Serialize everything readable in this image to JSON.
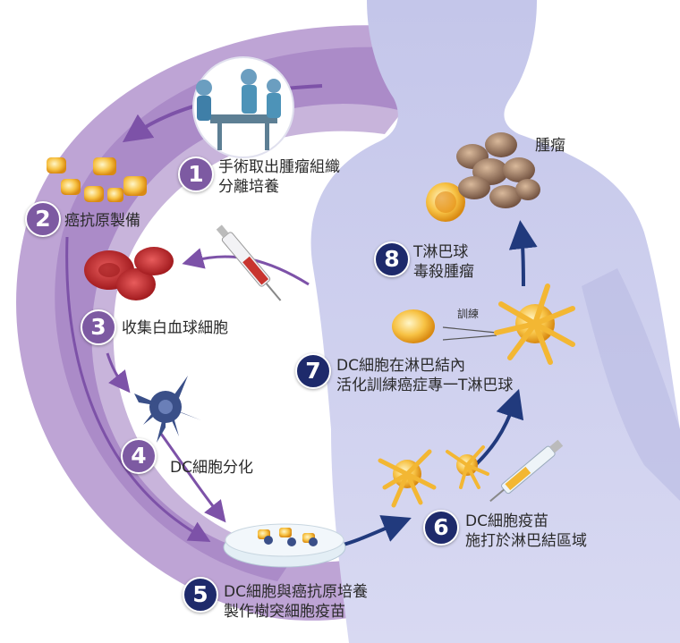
{
  "steps": [
    {
      "num": "1",
      "lines": [
        "手術取出腫瘤組織",
        "分離培養"
      ]
    },
    {
      "num": "2",
      "lines": [
        "癌抗原製備"
      ]
    },
    {
      "num": "3",
      "lines": [
        "收集白血球細胞"
      ]
    },
    {
      "num": "4",
      "lines": [
        "DC細胞分化"
      ]
    },
    {
      "num": "5",
      "lines": [
        "DC細胞與癌抗原培養",
        "製作樹突細胞疫苗"
      ]
    },
    {
      "num": "6",
      "lines": [
        "DC細胞疫苗",
        "施打於淋巴結區域"
      ]
    },
    {
      "num": "7",
      "lines": [
        "DC細胞在淋巴結內",
        "活化訓練癌症專一T淋巴球"
      ]
    },
    {
      "num": "8",
      "lines": [
        "T淋巴球",
        "毒殺腫瘤"
      ]
    }
  ],
  "labels": {
    "tumor": "腫瘤",
    "train": "訓練"
  },
  "colors": {
    "ring": "#a98bc4",
    "ring_dark": "#7b5a9f",
    "body": "#c9cbeb",
    "arrow_purple": "#7d52a8",
    "arrow_navy": "#213a7d",
    "badge_purple": "#7d5aa2",
    "badge_navy": "#1e2a6b",
    "antigen": "#f3b733",
    "blood_cell": "#c2282b",
    "dc_cell": "#3a4f88"
  }
}
